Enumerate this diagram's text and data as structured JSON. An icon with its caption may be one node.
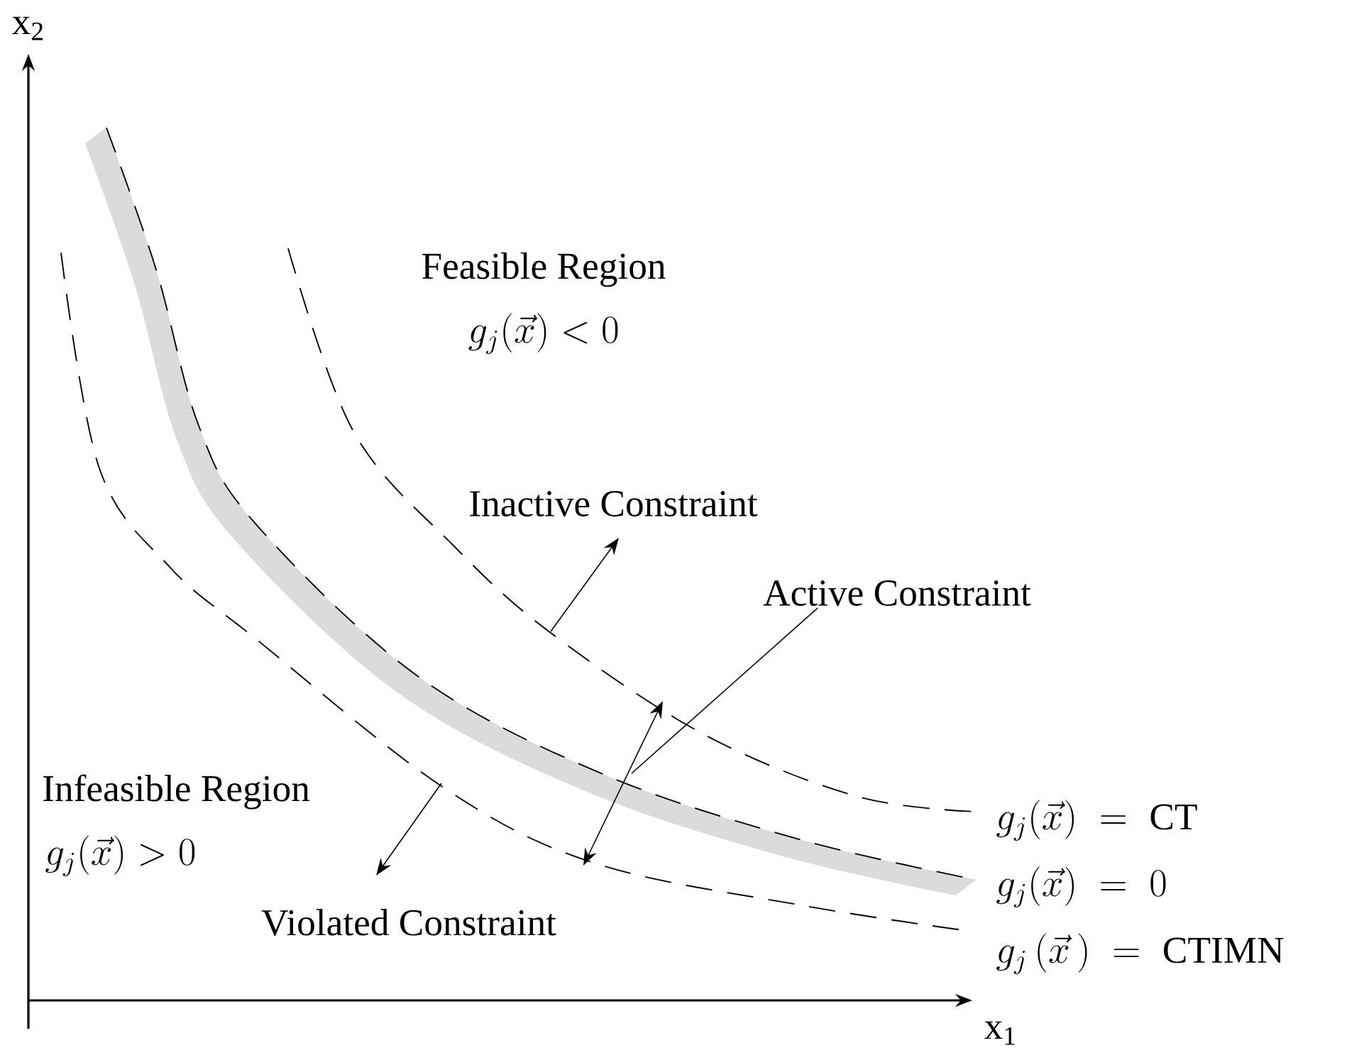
{
  "diagram": {
    "nodes": [
      {
        "text": [
          "Active Constraint"
        ]
      },
      {
        "text": [],
        "shape": "band"
      }
    ],
    "edges": [
      {
        "from": 0,
        "to": 1,
        "arrow": "none"
      }
    ],
    "labels": [
      "x$_{2}$",
      "Feasible Region",
      "g_j(\\vec{x}) < 0",
      "Inactive Constraint",
      "Infeasible Region",
      "g_j(\\vec{x}) > 0",
      "Violated Constraint",
      "g_j(\\vec{x}) \\;=\\; \\mathrm{CT}",
      "g_j(\\vec{x}) \\;=\\; 0",
      "g_j\\,(\\vec{x}\\,) \\;=\\; \\mathrm{CTIMN}",
      "x$_{1}$"
    ]
  }
}
